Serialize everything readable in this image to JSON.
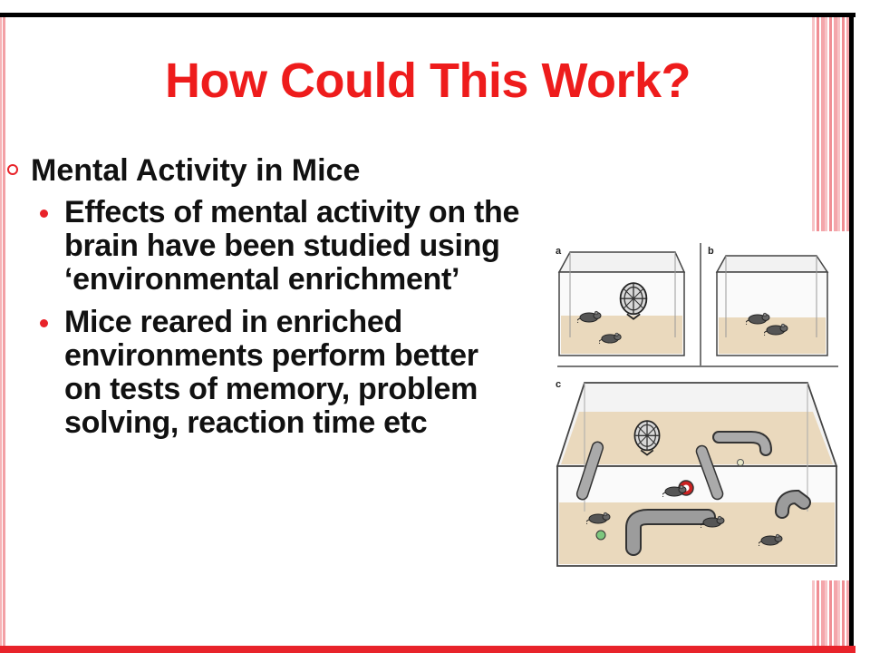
{
  "slide": {
    "title": "How Could This Work?",
    "level1": "Mental Activity in Mice",
    "bullets": [
      "Effects of mental activity on the brain have been studied using ‘environmental enrichment’",
      "Mice reared in enriched environments perform better on tests of memory, problem solving, reaction time etc"
    ],
    "colors": {
      "title": "#ee1c1c",
      "accent": "#e8232a",
      "text": "#111111",
      "bedding": "#ead9bd"
    }
  },
  "figure": {
    "panel_labels": [
      "a",
      "b",
      "c"
    ],
    "icons": [
      "cage-icon",
      "running-wheel-icon",
      "mouse-icon",
      "tube-icon",
      "ball-icon"
    ]
  }
}
